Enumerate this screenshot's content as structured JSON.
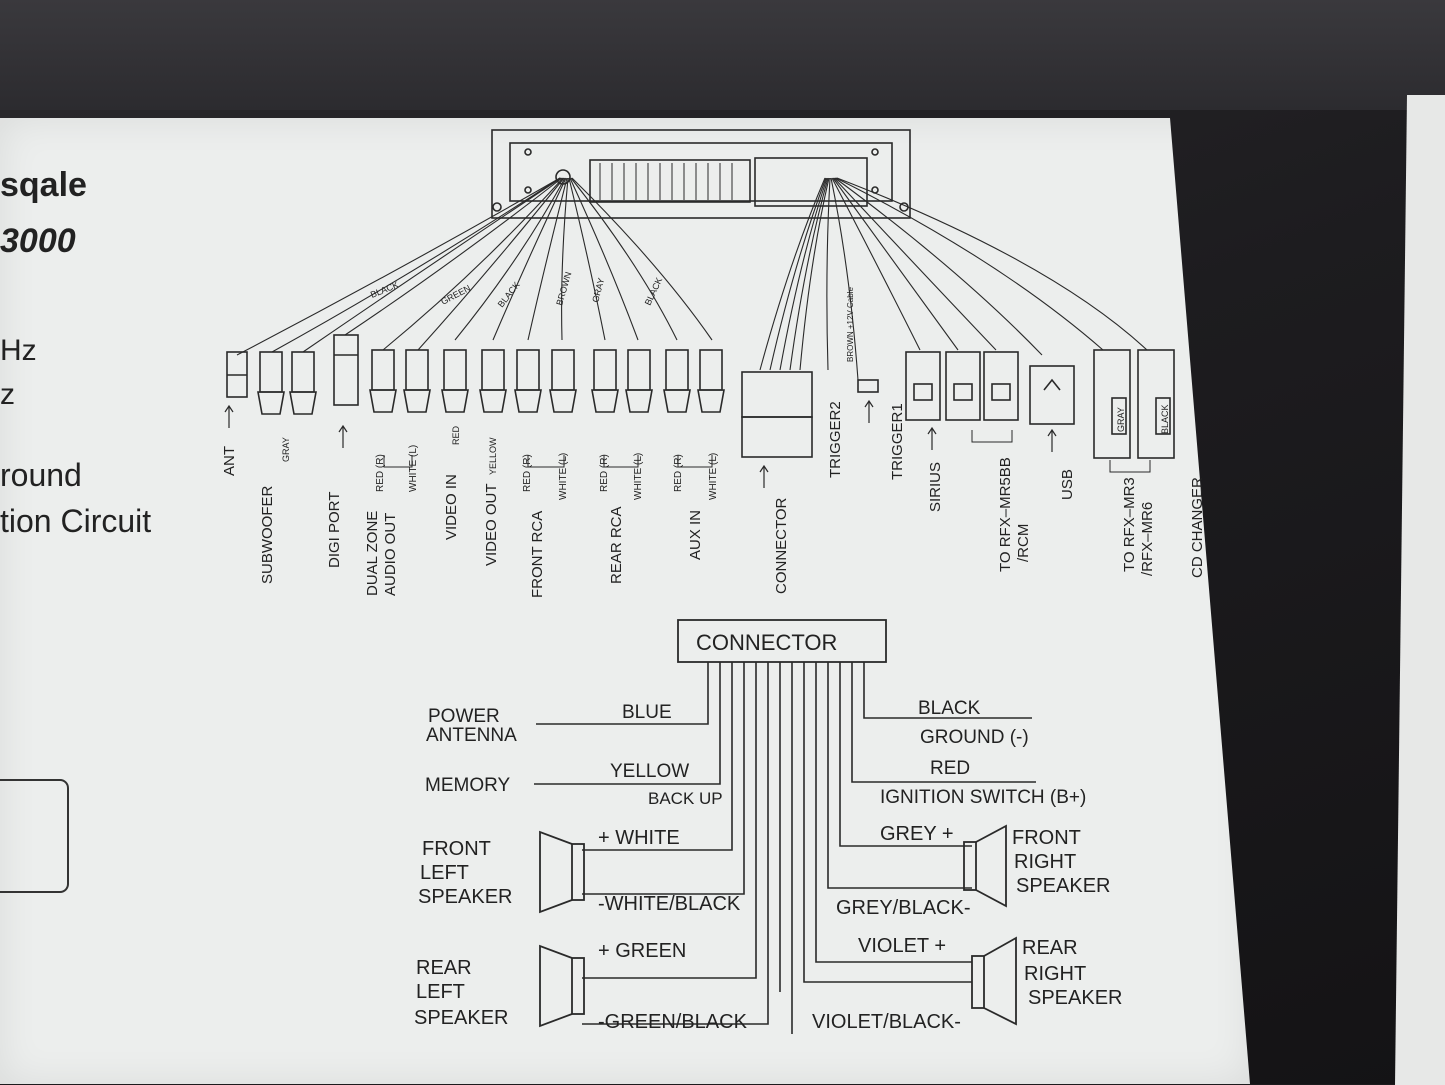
{
  "brand": {
    "logo_text": "sqale",
    "model": "3000",
    "spec_1": "Hz",
    "spec_2": "z",
    "feature_1": "round",
    "feature_2": "tion Circuit"
  },
  "harness_labels": [
    "ANT",
    "SUBWOOFER",
    "GRAY",
    "DIGI PORT",
    "DUAL ZONE",
    "AUDIO OUT",
    "RED (R)",
    "WHITE (L)",
    "VIDEO IN",
    "RED",
    "VIDEO OUT",
    "YELLOW",
    "RED (R)",
    "WHITE (L)",
    "FRONT RCA",
    "RED (R)",
    "WHITE (L)",
    "REAR RCA",
    "RED (R)",
    "WHITE (L)",
    "AUX IN",
    "CONNECTOR",
    "TRIGGER2",
    "TRIGGER1",
    "SIRIUS",
    "TO RFX–MR5BB",
    "/RCM",
    "USB",
    "TO RFX–MR3",
    "/RFX–MR6",
    "CD CHANGER",
    "GRAY",
    "BLACK"
  ],
  "wire_colors": [
    "BLACK",
    "GREEN",
    "BLACK",
    "BROWN",
    "GRAY",
    "BLACK"
  ],
  "trigger_cable": "BROWN +12V Cable",
  "connector_title": "CONNECTOR",
  "left_wires": [
    {
      "name_1": "POWER",
      "name_2": "ANTENNA",
      "color": "BLUE",
      "sub": ""
    },
    {
      "name_1": "MEMORY",
      "name_2": "",
      "color": "YELLOW",
      "sub": "BACK UP"
    }
  ],
  "right_wires": [
    {
      "color": "BLACK",
      "sub": "GROUND (-)"
    },
    {
      "color": "RED",
      "sub": "IGNITION SWITCH (B+)"
    }
  ],
  "speakers": {
    "front_left": {
      "l1": "FRONT",
      "l2": "LEFT",
      "l3": "SPEAKER",
      "pos": "+ WHITE",
      "neg": "-WHITE/BLACK"
    },
    "rear_left": {
      "l1": "REAR",
      "l2": "LEFT",
      "l3": "SPEAKER",
      "pos": "+ GREEN",
      "neg": "-GREEN/BLACK"
    },
    "front_right": {
      "l1": "FRONT",
      "l2": "RIGHT",
      "l3": "SPEAKER",
      "pos": "GREY +",
      "neg": "GREY/BLACK-"
    },
    "rear_right": {
      "l1": "REAR",
      "l2": "RIGHT",
      "l3": "SPEAKER",
      "pos": "VIOLET +",
      "neg": "VIOLET/BLACK-"
    }
  }
}
